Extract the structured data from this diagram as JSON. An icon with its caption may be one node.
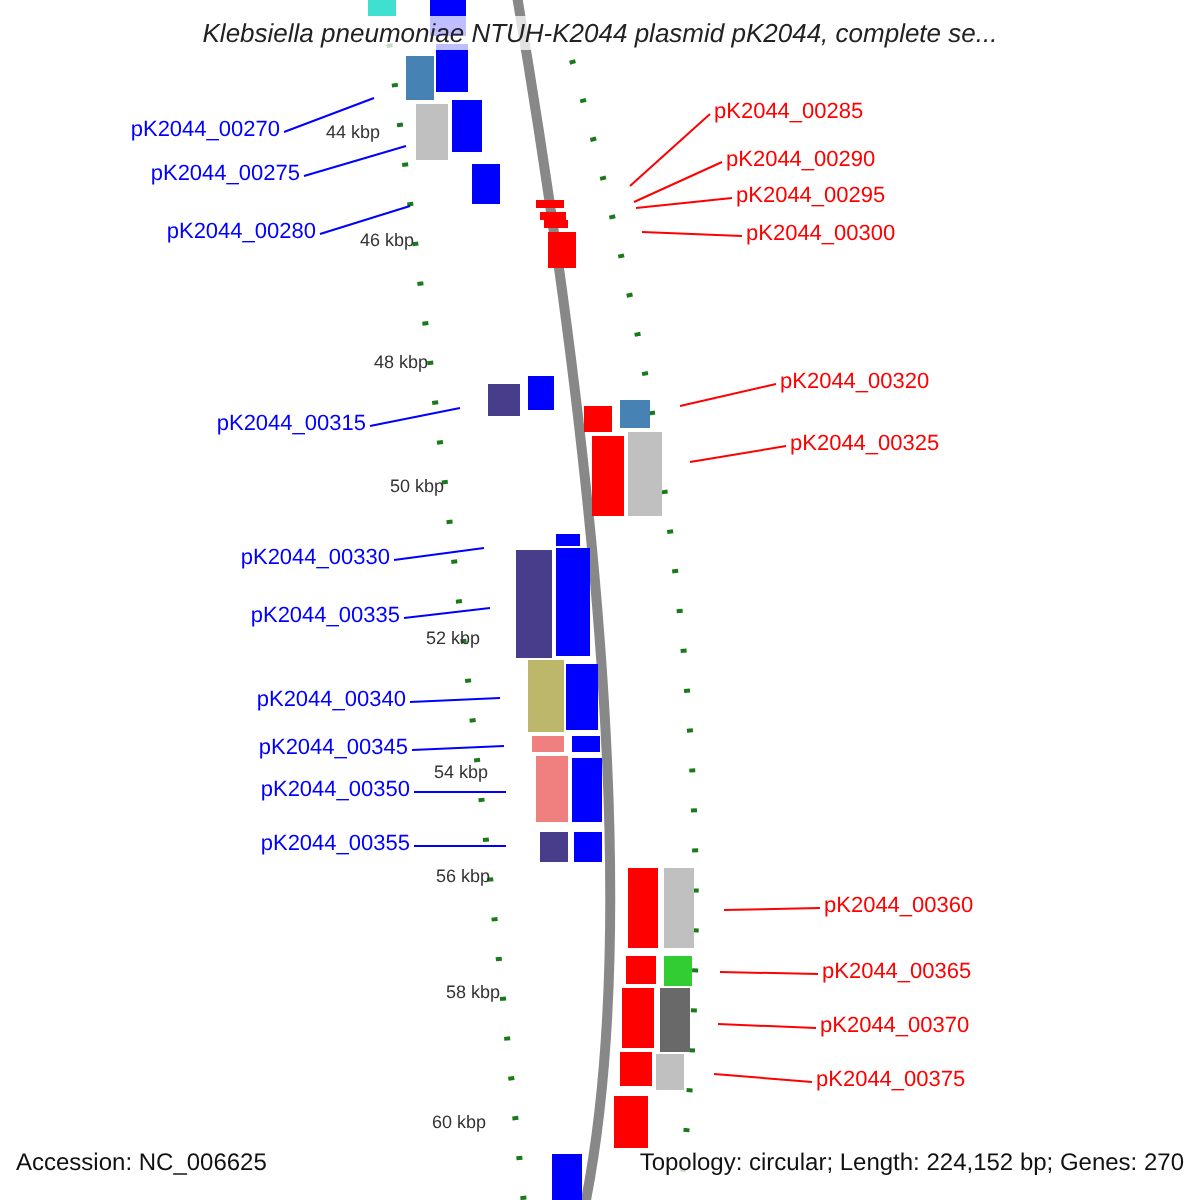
{
  "diagram": {
    "title": "Klebsiella pneumoniae NTUH-K2044 plasmid pK2044, complete se...",
    "nodes": [
      {
        "text": [
          "pK2044_00285"
        ]
      },
      {
        "text": [
          "pK2044_00270"
        ]
      },
      {
        "text": [
          "pK2044_00290"
        ]
      },
      {
        "text": [
          "pK2044_00275"
        ]
      },
      {
        "text": [
          "pK2044_00295"
        ]
      },
      {
        "text": [
          "pK2044_00280"
        ]
      },
      {
        "text": [
          "pK2044_00300"
        ]
      },
      {
        "text": [
          "pK2044_00320"
        ]
      },
      {
        "text": [
          "pK2044_00315"
        ]
      },
      {
        "text": [
          "pK2044_00325"
        ]
      },
      {
        "text": [
          "pK2044_00330"
        ]
      },
      {
        "text": [
          "pK2044_00335"
        ]
      },
      {
        "text": [
          "pK2044_00340"
        ]
      },
      {
        "text": [
          "pK2044_00345"
        ]
      },
      {
        "text": [
          "pK2044_00350"
        ]
      },
      {
        "text": [
          "pK2044_00355"
        ]
      },
      {
        "text": [
          "pK2044_00360"
        ]
      },
      {
        "text": [
          "pK2044_00365"
        ]
      },
      {
        "text": [
          "pK2044_00370"
        ]
      },
      {
        "text": [
          "pK2044_00375"
        ]
      }
    ],
    "edges": [
      {
        "from": 0,
        "to": null,
        "arrow": "none"
      },
      {
        "from": 1,
        "to": null,
        "arrow": "none",
        "color": "#0000ff"
      },
      {
        "from": 2,
        "to": null,
        "arrow": "none"
      },
      {
        "from": 3,
        "to": null,
        "arrow": "none",
        "color": "#0000ff"
      },
      {
        "from": 4,
        "to": null,
        "arrow": "none"
      },
      {
        "from": 5,
        "to": null,
        "arrow": "none",
        "color": "#0000ff"
      },
      {
        "from": 6,
        "to": null,
        "arrow": "none"
      },
      {
        "from": 7,
        "to": null,
        "arrow": "none"
      },
      {
        "from": 8,
        "to": null,
        "arrow": "none",
        "color": "#0000ff"
      },
      {
        "from": 9,
        "to": null,
        "arrow": "none"
      },
      {
        "from": 10,
        "to": null,
        "arrow": "none",
        "color": "#0000ff"
      },
      {
        "from": 11,
        "to": null,
        "arrow": "none",
        "color": "#0000ff"
      },
      {
        "from": 12,
        "to": null,
        "arrow": "none",
        "color": "#0000ff"
      },
      {
        "from": 13,
        "to": null,
        "arrow": "none",
        "color": "#0000ff"
      },
      {
        "from": 14,
        "to": null,
        "arrow": "none",
        "color": "#0000ff"
      },
      {
        "from": 15,
        "to": null,
        "arrow": "none",
        "color": "#0000ff"
      },
      {
        "from": 16,
        "to": null,
        "arrow": "none"
      },
      {
        "from": 17,
        "to": null,
        "arrow": "none"
      },
      {
        "from": 18,
        "to": null,
        "arrow": "none"
      },
      {
        "from": 19,
        "to": null,
        "arrow": "none"
      }
    ],
    "labels": [
      "44 kbp",
      "46 kbp",
      "48 kbp",
      "50 kbp",
      "52 kbp",
      "54 kbp",
      "56 kbp",
      "58 kbp",
      "60 kbp",
      "Accession: NC_006625",
      "Topology: circular; Length: 224,152 bp; Genes: 270"
    ]
  }
}
